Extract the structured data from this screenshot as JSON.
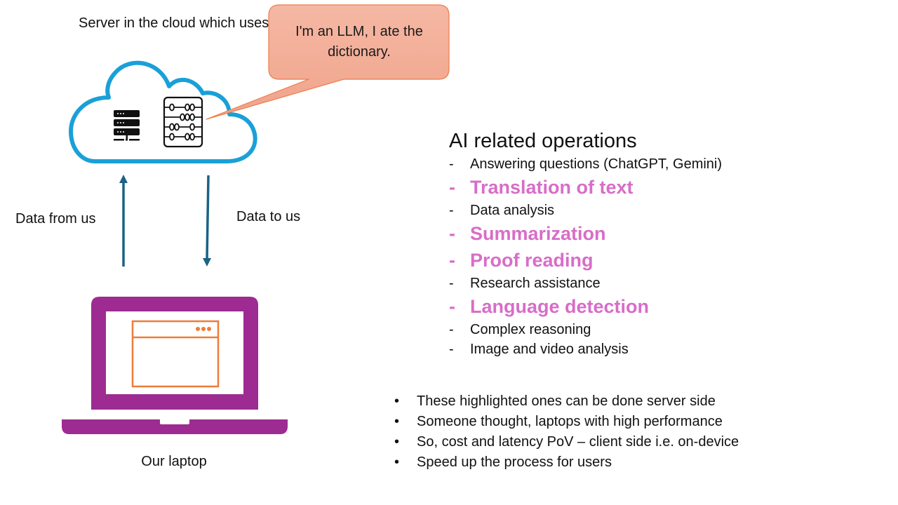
{
  "cloud": {
    "title": "Server in the cloud which uses AI",
    "outline_color": "#1aa0d8",
    "icons": [
      "server-rack-icon",
      "abacus-icon"
    ]
  },
  "speech_bubble": {
    "text": "I'm an LLM, I ate the dictionary.",
    "fill_color": "#f3b09c",
    "border_color": "#ed7d4a"
  },
  "arrows": {
    "up_label": "Data from us",
    "down_label": "Data to us",
    "color": "#1b6285"
  },
  "laptop": {
    "caption": "Our laptop",
    "body_color": "#9e2b91",
    "window_icon_color": "#ed7d3b",
    "icon": "browser-window-icon"
  },
  "operations": {
    "title": "AI related operations",
    "dash": "-",
    "highlight_color": "#d86dc8",
    "items": [
      {
        "label": "Answering questions (ChatGPT, Gemini)",
        "highlighted": false
      },
      {
        "label": "Translation of text",
        "highlighted": true
      },
      {
        "label": "Data analysis",
        "highlighted": false
      },
      {
        "label": "Summarization",
        "highlighted": true
      },
      {
        "label": "Proof reading",
        "highlighted": true
      },
      {
        "label": "Research assistance",
        "highlighted": false
      },
      {
        "label": "Language detection",
        "highlighted": true
      },
      {
        "label": "Complex reasoning",
        "highlighted": false
      },
      {
        "label": "Image and video analysis",
        "highlighted": false
      }
    ]
  },
  "notes": {
    "bullet": "•",
    "items": [
      "These highlighted ones can be done server side",
      "Someone thought, laptops with high performance",
      "So, cost and latency PoV – client side i.e. on-device",
      "Speed up the process for users"
    ]
  }
}
